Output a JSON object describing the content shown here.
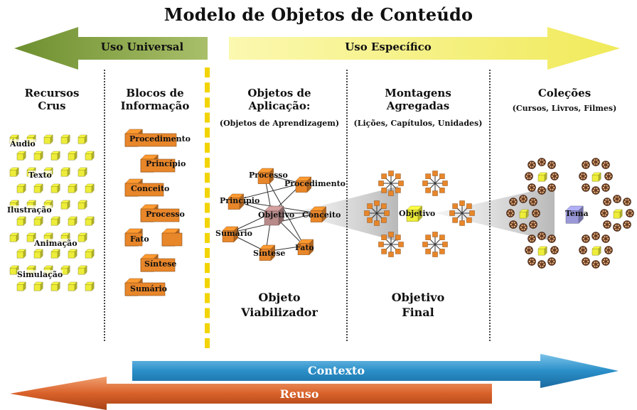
{
  "title": "Modelo de Objetos de Conteúdo",
  "top_arrows": {
    "left": "Uso Universal",
    "right": "Uso Específico"
  },
  "columns": [
    {
      "heading": "Recursos\nCrus",
      "subtitle": ""
    },
    {
      "heading": "Blocos de\nInformação",
      "subtitle": ""
    },
    {
      "heading": "Objetos de\nAplicação:",
      "subtitle": "(Objetos de Aprendizagem)"
    },
    {
      "heading": "Montagens\nAgregadas",
      "subtitle": "(Lições, Capítulos, Unidades)"
    },
    {
      "heading": "Coleções",
      "subtitle": "(Cursos, Livros, Filmes)"
    }
  ],
  "raw_resources": [
    "Áudio",
    "Texto",
    "Ilustração",
    "Animação",
    "Simulação"
  ],
  "info_blocks": [
    "Procedimento",
    "Princípio",
    "Conceito",
    "Processo",
    "Fato",
    "Síntese",
    "Sumário"
  ],
  "application_network": {
    "center": "Objetivo",
    "nodes": [
      "Processo",
      "Procedimento",
      "Princípio",
      "Conceito",
      "Sumário",
      "Síntese",
      "Fato"
    ]
  },
  "aggregate_center": "Objetivo",
  "collection_center": "Tema",
  "bottom_labels": {
    "col3": "Objeto\nViabilizador",
    "col4": "Objetivo\nFinal"
  },
  "bottom_arrows": {
    "context": "Contexto",
    "reuse": "Reuso"
  },
  "colors": {
    "green_arrow": "#7a9a3a",
    "yellow_arrow": "#f3ef7a",
    "orange_block": "#e8862a",
    "yellow_cube": "#eded3a",
    "blue_arrow": "#2a8fc8",
    "orange_arrow": "#d9612a",
    "center_cube": "#b88a8a",
    "theme_cube": "#9a98d8"
  }
}
